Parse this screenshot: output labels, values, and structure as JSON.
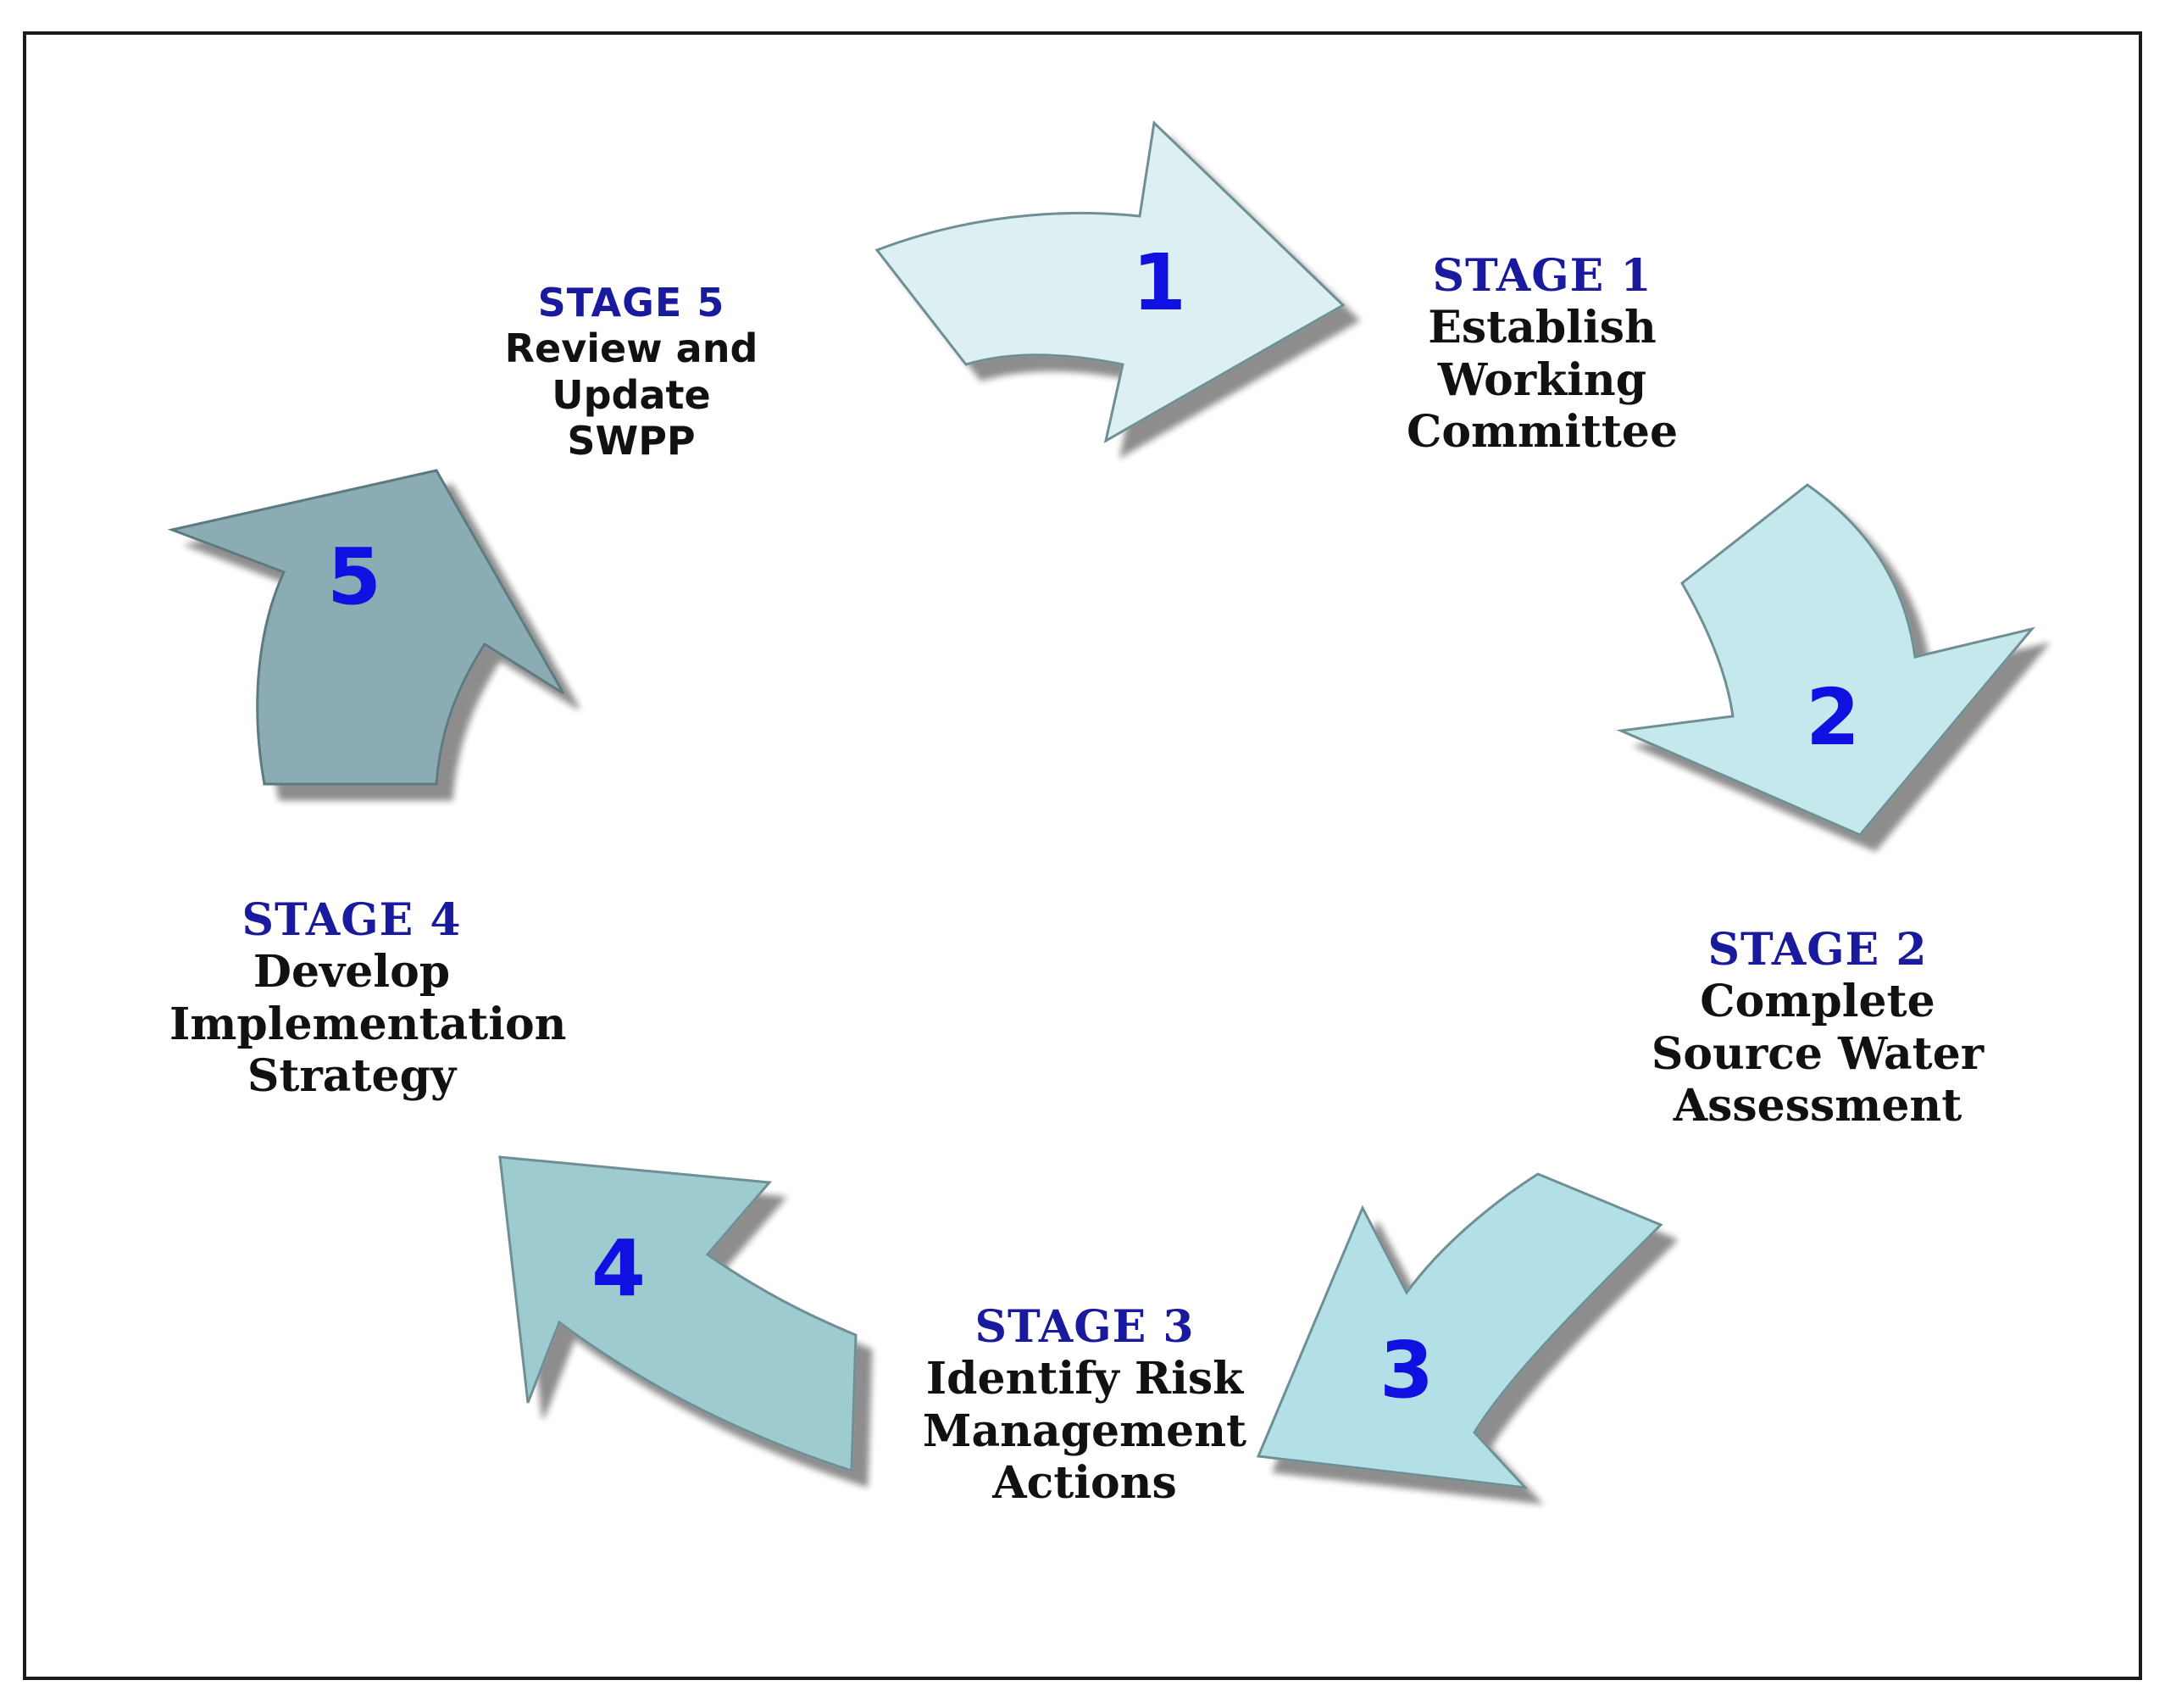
{
  "diagram": {
    "number_color": "#1010e0",
    "heading_color": "#1a1a9e",
    "stages": [
      {
        "number": "1",
        "heading": "STAGE  1",
        "text": "Establish\nWorking\nCommittee",
        "arrow_color": "#dceff3"
      },
      {
        "number": "2",
        "heading": "STAGE  2",
        "text": "Complete\nSource Water\nAssessment",
        "arrow_color": "#c5e8ec"
      },
      {
        "number": "3",
        "heading": "STAGE  3",
        "text": "Identify  Risk\nManagement\nActions",
        "arrow_color": "#b2e0e6"
      },
      {
        "number": "4",
        "heading": "STAGE  4",
        "text": "Develop\nImplementation\nStrategy",
        "arrow_color": "#9ecbd0"
      },
      {
        "number": "5",
        "heading": "STAGE 5",
        "text": "Review and\nUpdate\nSWPP",
        "arrow_color": "#8aacb2"
      }
    ]
  }
}
